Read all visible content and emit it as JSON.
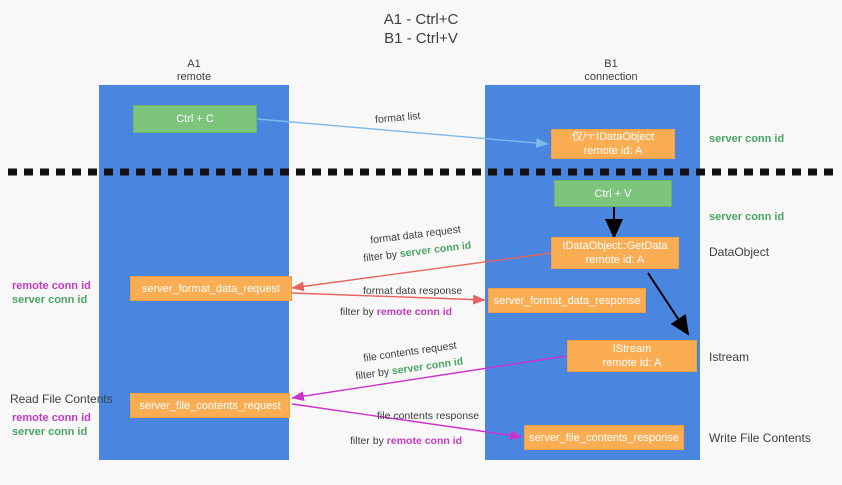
{
  "title": "A1 - Ctrl+C\nB1 - Ctrl+V",
  "columns": {
    "left": {
      "name": "A1",
      "sub": "remote"
    },
    "right": {
      "name": "B1",
      "sub": "connection"
    }
  },
  "boxes": {
    "ctrl_c": {
      "line1": "Ctrl + C",
      "line2": ""
    },
    "dataobject_remote": {
      "line1": "仅/ㅜIDataObject",
      "line2": "remote id: A"
    },
    "ctrl_v": {
      "line1": "Ctrl + V",
      "line2": ""
    },
    "getdata": {
      "line1": "IDataObject::GetData",
      "line2": "remote id: A"
    },
    "format_data_request": {
      "line1": "server_format_data_request",
      "line2": ""
    },
    "format_data_response": {
      "line1": "server_format_data_response",
      "line2": ""
    },
    "istream": {
      "line1": "IStream",
      "line2": "remote id: A"
    },
    "file_contents_request": {
      "line1": "server_file_contents_request",
      "line2": ""
    },
    "file_contents_response": {
      "line1": "server_file_contents_response",
      "line2": ""
    }
  },
  "right_labels": {
    "server_conn_id_1": "server conn id",
    "server_conn_id_2": "server conn id",
    "dataobject": "DataObject",
    "istream": "Istream",
    "write_file_contents": "Write File Contents"
  },
  "left_labels": {
    "remote_conn_id_1": "remote conn id",
    "server_conn_id_1": "server conn id",
    "read_file_contents": "Read File Contents",
    "remote_conn_id_2": "remote conn id",
    "server_conn_id_2": "server conn id"
  },
  "edges": {
    "format_list": "format list",
    "format_data_request": "format data request",
    "format_data_request_filter_prefix": "filter by ",
    "format_data_request_filter_value": "server conn id",
    "format_data_response": "format data response",
    "format_data_response_filter_prefix": "filter by ",
    "format_data_response_filter_value": "remote conn id",
    "file_contents_request": "file contents request",
    "file_contents_request_filter_prefix": "filter by ",
    "file_contents_request_filter_value": "server conn id",
    "file_contents_response": "file contents response",
    "file_contents_response_filter_prefix": "filter by ",
    "file_contents_response_filter_value": "remote conn id"
  },
  "colors": {
    "lane": "#4a86e0",
    "green_box": "#7dc47d",
    "orange_box": "#fbad54",
    "green_text": "#4aa564",
    "magenta_text": "#c23bc2",
    "arrow_blue": "#7fb8ea",
    "arrow_red": "#e8635f",
    "arrow_magenta": "#cc33cc",
    "arrow_black": "#000000",
    "divider": "#111111"
  }
}
